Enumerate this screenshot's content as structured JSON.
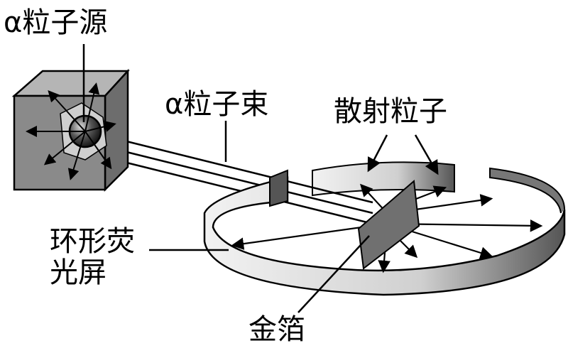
{
  "labels": {
    "source": "α粒子源",
    "beam": "α粒子束",
    "scattered": "散射粒子",
    "screen_line1": "环形荧",
    "screen_line2": "光屏",
    "foil": "金箔"
  },
  "colors": {
    "cube_front": "#8a8a8a",
    "cube_top": "#b5b5b5",
    "cube_side": "#6d6d6d",
    "foil": "#707070",
    "ring": "#d8d8d8"
  }
}
